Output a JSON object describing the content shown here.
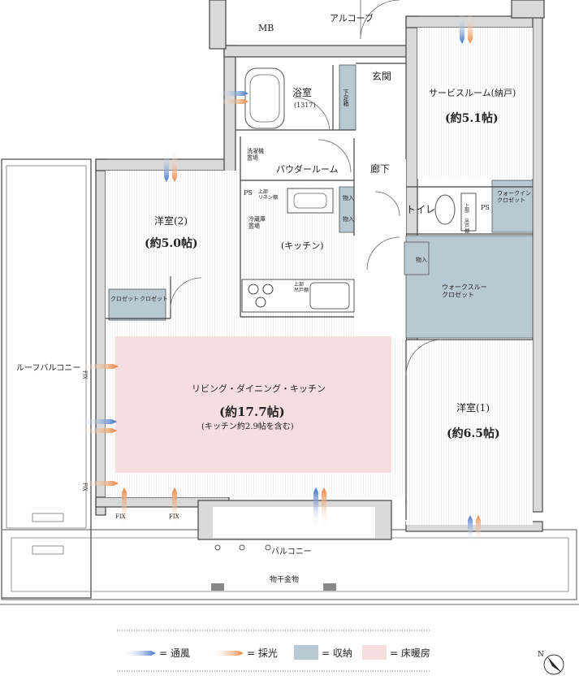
{
  "rooms": {
    "mb": "MB",
    "alcove": "アルコーブ",
    "genkan": "玄関",
    "bath": "浴室",
    "bath_size": "(1317)",
    "shoe": "下足箱",
    "service_room": "サービスルーム(納戸)",
    "service_size": "(約5.1帖)",
    "laundry": "洗濯機\n置場",
    "powder": "パウダールーム",
    "hallway": "廊下",
    "ps": "PS",
    "upper_shelf": "上部\nリネン棚",
    "storage": "物入",
    "toilet": "トイレ",
    "upper_cupboard": "上部\n吊戸棚",
    "walkin": "ウォークイン\nクロゼット",
    "youshitsu2": "洋室(2)",
    "youshitsu2_size": "(約5.0帖)",
    "fridge": "冷蔵庫\n置場",
    "kitchen": "(キッチン)",
    "kitchen_cupboard": "上部\n吊戸棚",
    "closet": "クロゼット",
    "walkthrough": "ウォークスルー\nクロゼット",
    "ldk": "リビング・ダイニング・キッチン",
    "ldk_size": "(約17.7帖)",
    "ldk_note": "(キッチン約2.9帖を含む)",
    "youshitsu1": "洋室(1)",
    "youshitsu1_size": "(約6.5帖)",
    "roof_balcony": "ルーフバルコニー",
    "balcony": "バルコニー",
    "drying": "物干金物",
    "fix": "FIX"
  },
  "legend": {
    "ventilation": "= 通風",
    "daylight": "= 採光",
    "storage": "= 収納",
    "floor_heating": "= 床暖房"
  },
  "colors": {
    "ventilation": "#3b6fc4",
    "daylight": "#e8823c",
    "storage": "#b7c9d3",
    "floor_heating": "#f7dede"
  },
  "compass": "N"
}
